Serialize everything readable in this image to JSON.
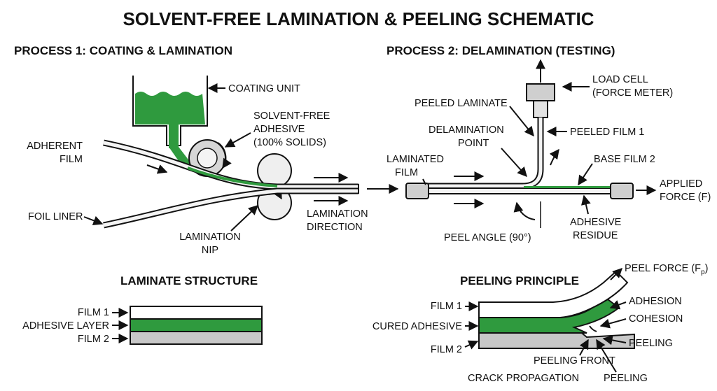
{
  "title": "SOLVENT-FREE LAMINATION & PEELING SCHEMATIC",
  "process1": {
    "heading": "PROCESS 1: COATING & LAMINATION",
    "coating_unit": "COATING UNIT",
    "adhesive": [
      "SOLVENT-FREE",
      "ADHESIVE",
      "(100% SOLIDS)"
    ],
    "adherent_film": [
      "ADHERENT",
      "FILM"
    ],
    "foil_liner": "FOIL LINER",
    "lamination_nip": [
      "LAMINATION",
      "NIP"
    ],
    "lamination_direction": [
      "LAMINATION",
      "DIRECTION"
    ]
  },
  "process2": {
    "heading": "PROCESS 2: DELAMINATION (TESTING)",
    "load_cell": [
      "LOAD CELL",
      "(FORCE METER)"
    ],
    "peeled_laminate": "PEELED LAMINATE",
    "delamination_point": [
      "DELAMINATION",
      "POINT"
    ],
    "peeled_film_1": "PEELED FILM 1",
    "laminated_film": [
      "LAMINATED",
      "FILM"
    ],
    "base_film_2": "BASE FILM 2",
    "applied_force": [
      "APPLIED",
      "FORCE (F)"
    ],
    "peel_angle": "PEEL ANGLE (90°)",
    "adhesive_residue": [
      "ADHESIVE",
      "RESIDUE"
    ]
  },
  "laminate_structure": {
    "heading": "LAMINATE STRUCTURE",
    "layers": [
      "FILM 1",
      "ADHESIVE LAYER",
      "FILM 2"
    ]
  },
  "peeling_principle": {
    "heading": "PEELING PRINCIPLE",
    "peel_force": "PEEL FORCE (F",
    "peel_force_sub": "p",
    "peel_force_close": ")",
    "film_1": "FILM 1",
    "cured_adhesive": "CURED ADHESIVE",
    "film_2": "FILM 2",
    "adhesion": "ADHESION",
    "cohesion": "COHESION",
    "peeling_right": "PEELING",
    "peeling_front": "PEELING FRONT",
    "crack_propagation": "CRACK PROPAGATION",
    "peeling_bottom": "PEELING"
  },
  "colors": {
    "adhesive_green": "#2f9a3e",
    "film_gray": "#c8c8c8",
    "outline": "#111111"
  }
}
